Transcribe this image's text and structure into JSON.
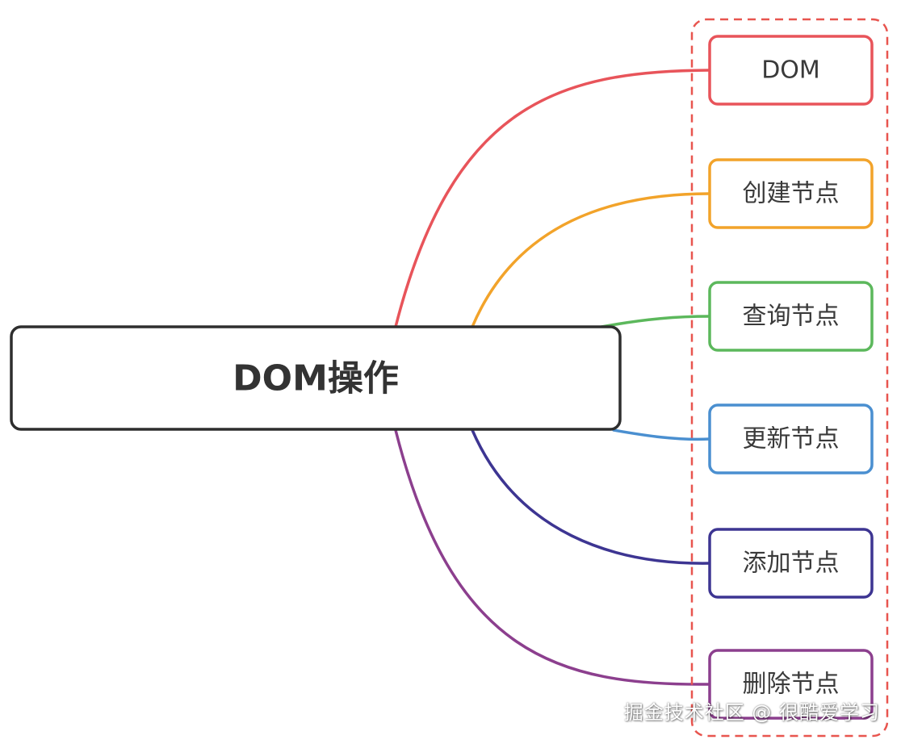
{
  "root": {
    "label": "DOM操作"
  },
  "group": {
    "border_color": "#e8554f"
  },
  "branches": [
    {
      "label": "DOM",
      "color": "#e8545a"
    },
    {
      "label": "创建节点",
      "color": "#f2a32a"
    },
    {
      "label": "查询节点",
      "color": "#5cb85c"
    },
    {
      "label": "更新节点",
      "color": "#4a8fd0"
    },
    {
      "label": "添加节点",
      "color": "#3d3592"
    },
    {
      "label": "删除节点",
      "color": "#8c3f8e"
    }
  ],
  "watermark": "掘金技术社区 @ 很酷爱学习"
}
